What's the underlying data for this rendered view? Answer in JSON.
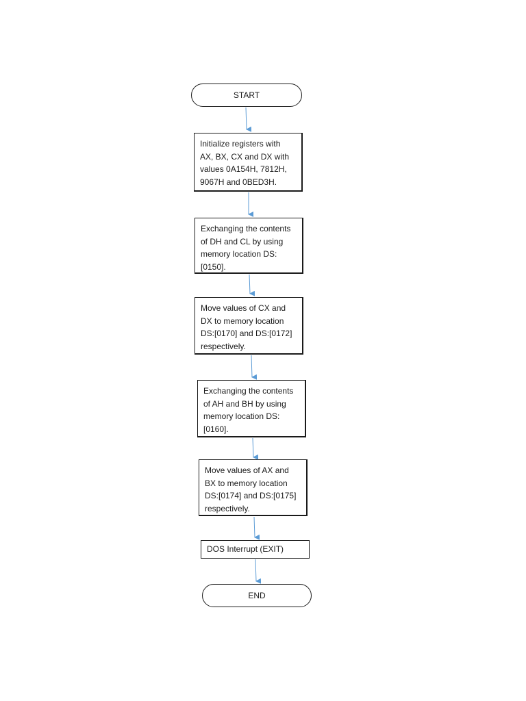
{
  "diagram": {
    "start_label": "START",
    "end_label": "END",
    "steps": [
      "Initialize registers with\nAX, BX, CX and DX with\nvalues 0A154H, 7812H,\n9067H and 0BED3H.",
      "Exchanging the contents\nof DH and CL by using\nmemory location DS:\n[0150].",
      "Move values of CX and\nDX to memory location\nDS:[0170] and DS:[0172]\nrespectively.",
      "Exchanging the contents\nof AH and BH by using\nmemory location DS:\n[0160].",
      "Move values of AX and\nBX to memory location\nDS:[0174] and DS:[0175]\nrespectively.",
      "DOS Interrupt (EXIT)"
    ],
    "arrow_color": "#5b9bd5"
  }
}
